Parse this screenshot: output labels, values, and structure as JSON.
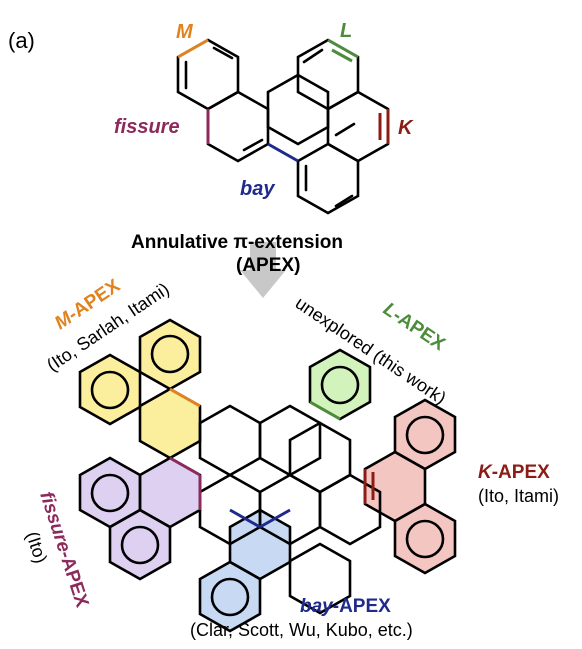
{
  "panel_label": "(a)",
  "colors": {
    "M": "#e0821e",
    "L": "#4c8c3a",
    "K": "#8c1c16",
    "fissure": "#8c2a5c",
    "bay": "#1f2a8c",
    "arrow": "#c8c8c8",
    "fill_M": "#fbef9e",
    "fill_L": "#d3f3bc",
    "fill_K": "#f3c6c1",
    "fill_fissure": "#ddd0f1",
    "fill_bay": "#c7d9f3"
  },
  "top_labels": {
    "M": "M",
    "L": "L",
    "K": "K",
    "fissure": "fissure",
    "bay": "bay"
  },
  "reaction": {
    "line1": "Annulative π-extension",
    "line2": "(APEX)"
  },
  "apex_labels": {
    "m_apex": {
      "prefix": "M",
      "suffix": "-APEX",
      "citation": "(Ito, Sarlah, Itami)"
    },
    "l_apex": {
      "prefix": "L",
      "suffix": "-APEX",
      "citation": "unexplored (this work)"
    },
    "k_apex": {
      "prefix": "K",
      "suffix": "-APEX",
      "citation": "(Ito, Itami)"
    },
    "fissure_apex": {
      "prefix": "fissure",
      "suffix": "-APEX",
      "citation": "(Ito)"
    },
    "bay_apex": {
      "prefix": "bay",
      "suffix": "-APEX",
      "citation": "(Clar, Scott, Wu, Kubo, etc.)"
    }
  },
  "icons": [
    "hexagon-ring-icon",
    "down-arrow-icon"
  ]
}
